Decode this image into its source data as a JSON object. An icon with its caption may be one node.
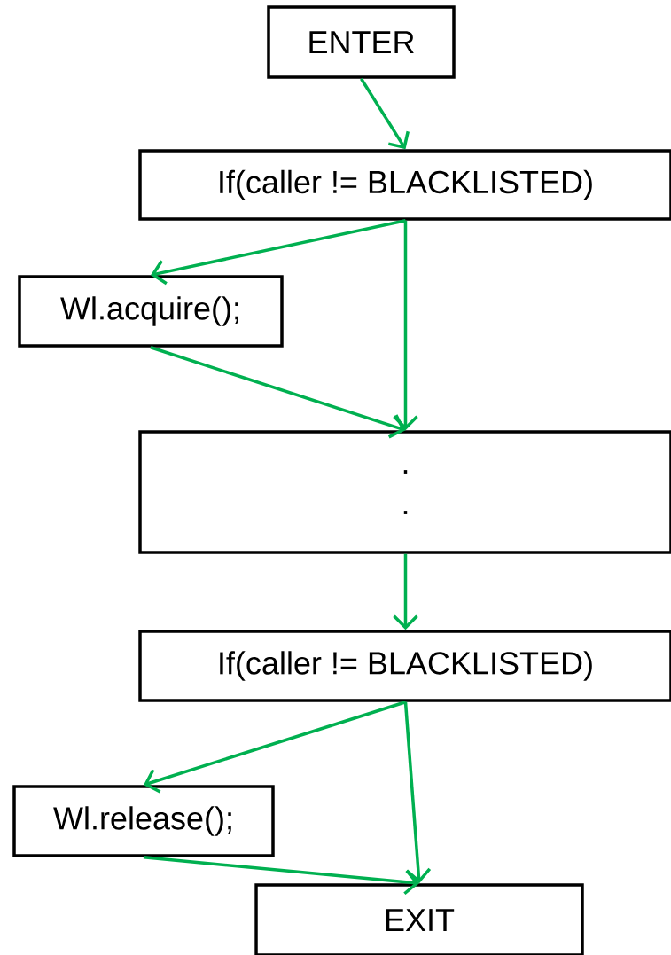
{
  "diagram": {
    "nodes": [
      {
        "text": [
          "ENTER"
        ]
      },
      {
        "text": [
          "If(caller != BLACKLISTED)"
        ]
      },
      {
        "text": [
          "Wl.acquire();"
        ]
      },
      {
        "text": [
          ".",
          "."
        ]
      },
      {
        "text": [
          "If(caller != BLACKLISTED)"
        ]
      },
      {
        "text": [
          "Wl.release();"
        ]
      },
      {
        "text": [
          "EXIT"
        ]
      }
    ],
    "edges": [
      {
        "from": 0,
        "to": 1,
        "arrow": "to"
      },
      {
        "from": 1,
        "to": 2,
        "arrow": "to"
      },
      {
        "from": 1,
        "to": 3,
        "arrow": "to"
      },
      {
        "from": 2,
        "to": 3,
        "arrow": "to"
      },
      {
        "from": 3,
        "to": 4,
        "arrow": "to"
      },
      {
        "from": 4,
        "to": 5,
        "arrow": "to"
      },
      {
        "from": 4,
        "to": 6,
        "arrow": "to"
      },
      {
        "from": 5,
        "to": 6,
        "arrow": "to"
      }
    ]
  }
}
